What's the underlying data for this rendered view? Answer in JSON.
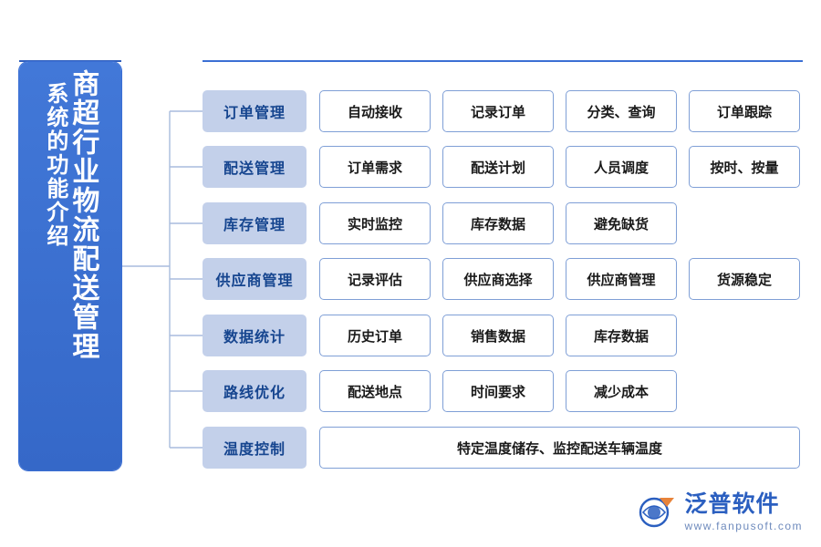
{
  "title": {
    "main": "商超行业物流配送管理",
    "sub": "系统的功能介绍"
  },
  "colors": {
    "title_block": "#3b6fd4",
    "category_box": "#c3d0ea",
    "category_text": "#16458f",
    "item_border": "#7f9fd6",
    "logo": "#2b5fc0"
  },
  "rows": [
    {
      "category": "订单管理",
      "items": [
        "自动接收",
        "记录订单",
        "分类、查询",
        "订单跟踪"
      ]
    },
    {
      "category": "配送管理",
      "items": [
        "订单需求",
        "配送计划",
        "人员调度",
        "按时、按量"
      ]
    },
    {
      "category": "库存管理",
      "items": [
        "实时监控",
        "库存数据",
        "避免缺货"
      ]
    },
    {
      "category": "供应商管理",
      "items": [
        "记录评估",
        "供应商选择",
        "供应商管理",
        "货源稳定"
      ]
    },
    {
      "category": "数据统计",
      "items": [
        "历史订单",
        "销售数据",
        "库存数据"
      ]
    },
    {
      "category": "路线优化",
      "items": [
        "配送地点",
        "时间要求",
        "减少成本"
      ]
    },
    {
      "category": "温度控制",
      "items": [
        "特定温度储存、监控配送车辆温度"
      ],
      "wide": true
    }
  ],
  "logo": {
    "name": "泛普软件",
    "url": "www.fanpusoft.com"
  }
}
